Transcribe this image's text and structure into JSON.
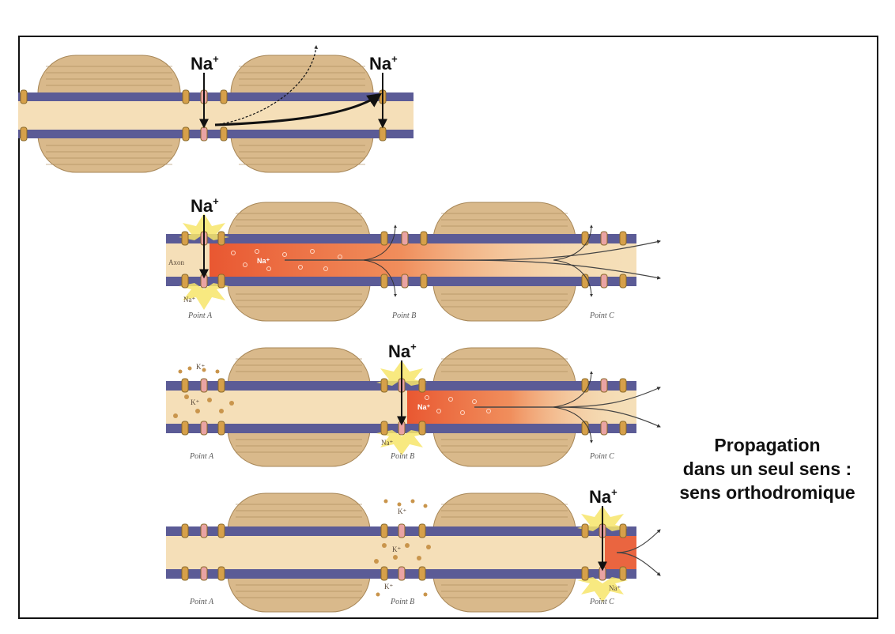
{
  "labels": {
    "na": "Na",
    "na_sup": "+",
    "na_small": "Na",
    "na_plus_small": "Na⁺",
    "k_small": "K⁺",
    "axon": "Axon",
    "point_a": "Point A",
    "point_b": "Point B",
    "point_c": "Point C"
  },
  "caption": {
    "line1": "Propagation",
    "line2": "dans un seul sens :",
    "line3": "sens orthodromique"
  },
  "colors": {
    "axon_core": "#f5dfb8",
    "membrane": "#5b5b96",
    "myelin": "#d9b98b",
    "myelin_line": "#a78656",
    "depolarized": "#e8502a",
    "flash": "#f7e56a",
    "k_ion": "#d89a3a"
  }
}
